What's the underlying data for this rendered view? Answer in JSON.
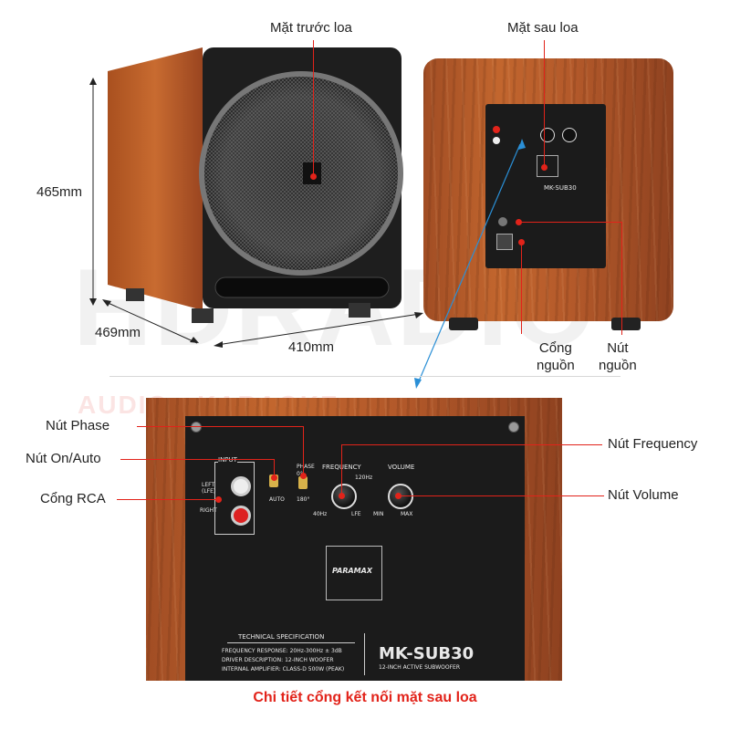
{
  "labels": {
    "front": "Mặt trước loa",
    "back": "Mặt sau loa",
    "power_port": [
      "Cổng",
      "nguồn"
    ],
    "power_button": [
      "Nút",
      "nguồn"
    ],
    "phase": "Nút Phase",
    "on_auto": "Nút On/Auto",
    "rca": "Cổng RCA",
    "frequency": "Nút Frequency",
    "volume": "Nút Volume"
  },
  "dimensions": {
    "height": "465mm",
    "depth": "469mm",
    "width": "410mm"
  },
  "watermark": {
    "brand": "HDRADIO",
    "sub": "AUDIO · KARAOKE",
    "brand_color": "#e2231a"
  },
  "panel": {
    "brand": "PARAMAX",
    "model": "MK-SUB30",
    "model_sub": "12-INCH ACTIVE SUBWOOFER",
    "spec_title": "TECHNICAL SPECIFICATION",
    "spec_lines": [
      "FREQUENCY RESPONSE: 20Hz-300Hz ± 3dB",
      "DRIVER  DESCRIPTION:  12-INCH  WOOFER",
      "INTERNAL AMPLIFIER: CLASS-D 500W (PEAK)"
    ],
    "input": "INPUT",
    "left_lfe": "LEFT (LFE)",
    "right": "RIGHT",
    "phase": "PHASE",
    "phase_vals": [
      "0°",
      "180°"
    ],
    "auto": "AUTO",
    "frequency": "FREQUENCY",
    "freq_vals": [
      "40Hz",
      "LFE",
      "120Hz"
    ],
    "volume": "VOLUME",
    "vol_vals": [
      "MIN",
      "MAX"
    ]
  },
  "caption": "Chi tiết cổng kết nối mặt sau loa",
  "colors": {
    "accent": "#e2231a",
    "wood": "#b3592a",
    "plate": "#1b1b1b",
    "pointer": "#2a8fd6"
  }
}
